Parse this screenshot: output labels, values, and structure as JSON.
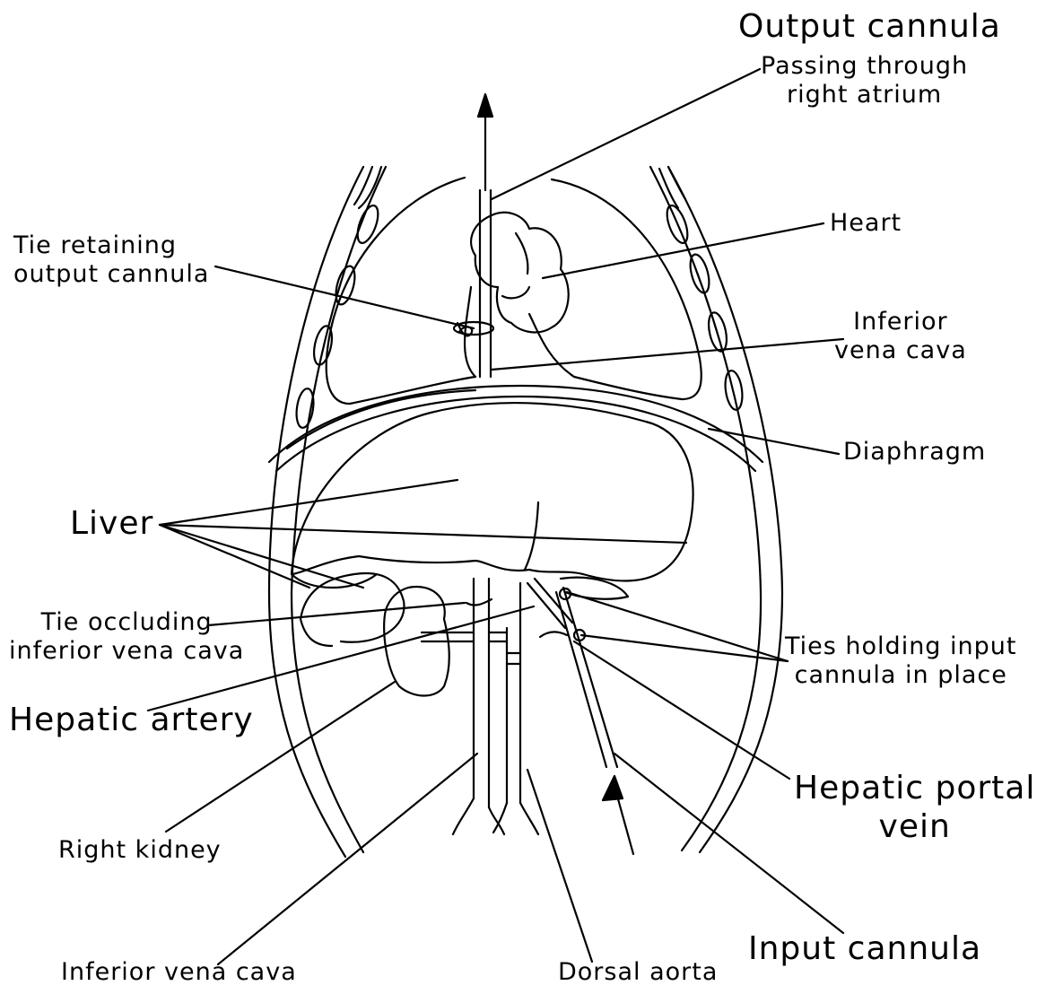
{
  "figure": {
    "labels": {
      "output_cannula": "Output cannula",
      "passing_through": "Passing through\nright atrium",
      "heart": "Heart",
      "tie_retaining": "Tie retaining\noutput cannula",
      "inferior_vena_cava_upper": "Inferior\nvena cava",
      "diaphragm": "Diaphragm",
      "liver": "Liver",
      "tie_occluding": "Tie occluding\ninferior vena cava",
      "ties_holding": "Ties holding input\ncannula in place",
      "hepatic_artery": "Hepatic artery",
      "hepatic_portal_vein": "Hepatic portal\nvein",
      "right_kidney": "Right kidney",
      "input_cannula": "Input cannula",
      "inferior_vena_cava_lower": "Inferior vena cava",
      "dorsal_aorta": "Dorsal aorta"
    },
    "colors": {
      "ink": "#000000",
      "background": "#ffffff"
    }
  }
}
